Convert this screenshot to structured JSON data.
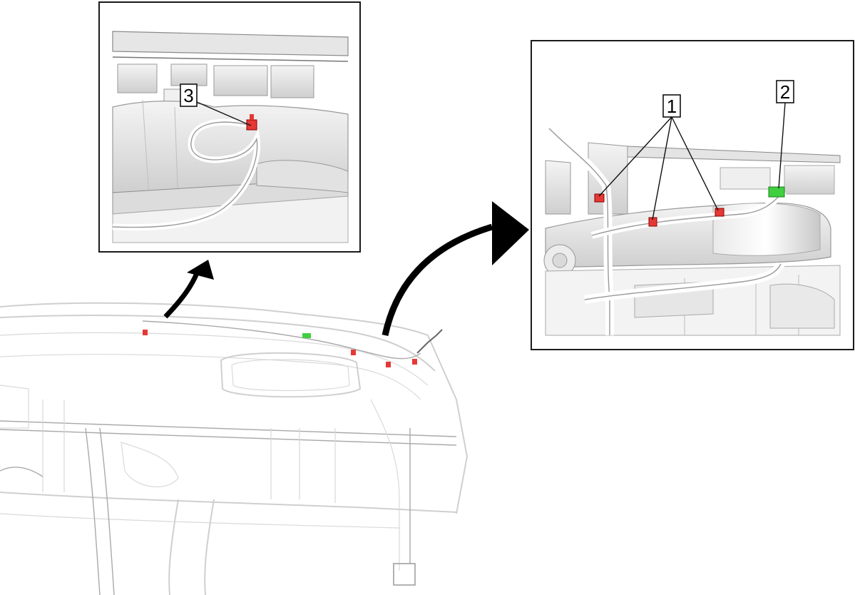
{
  "callouts": {
    "c1": "1",
    "c2": "2",
    "c3": "3"
  },
  "colors": {
    "clip": "#e53935",
    "connector": "#3fcf3f",
    "arrow": "#000000"
  },
  "icons": {
    "pointer": "curved-arrow-icon",
    "clip": "red-clip-icon",
    "connector": "green-connector-icon"
  }
}
